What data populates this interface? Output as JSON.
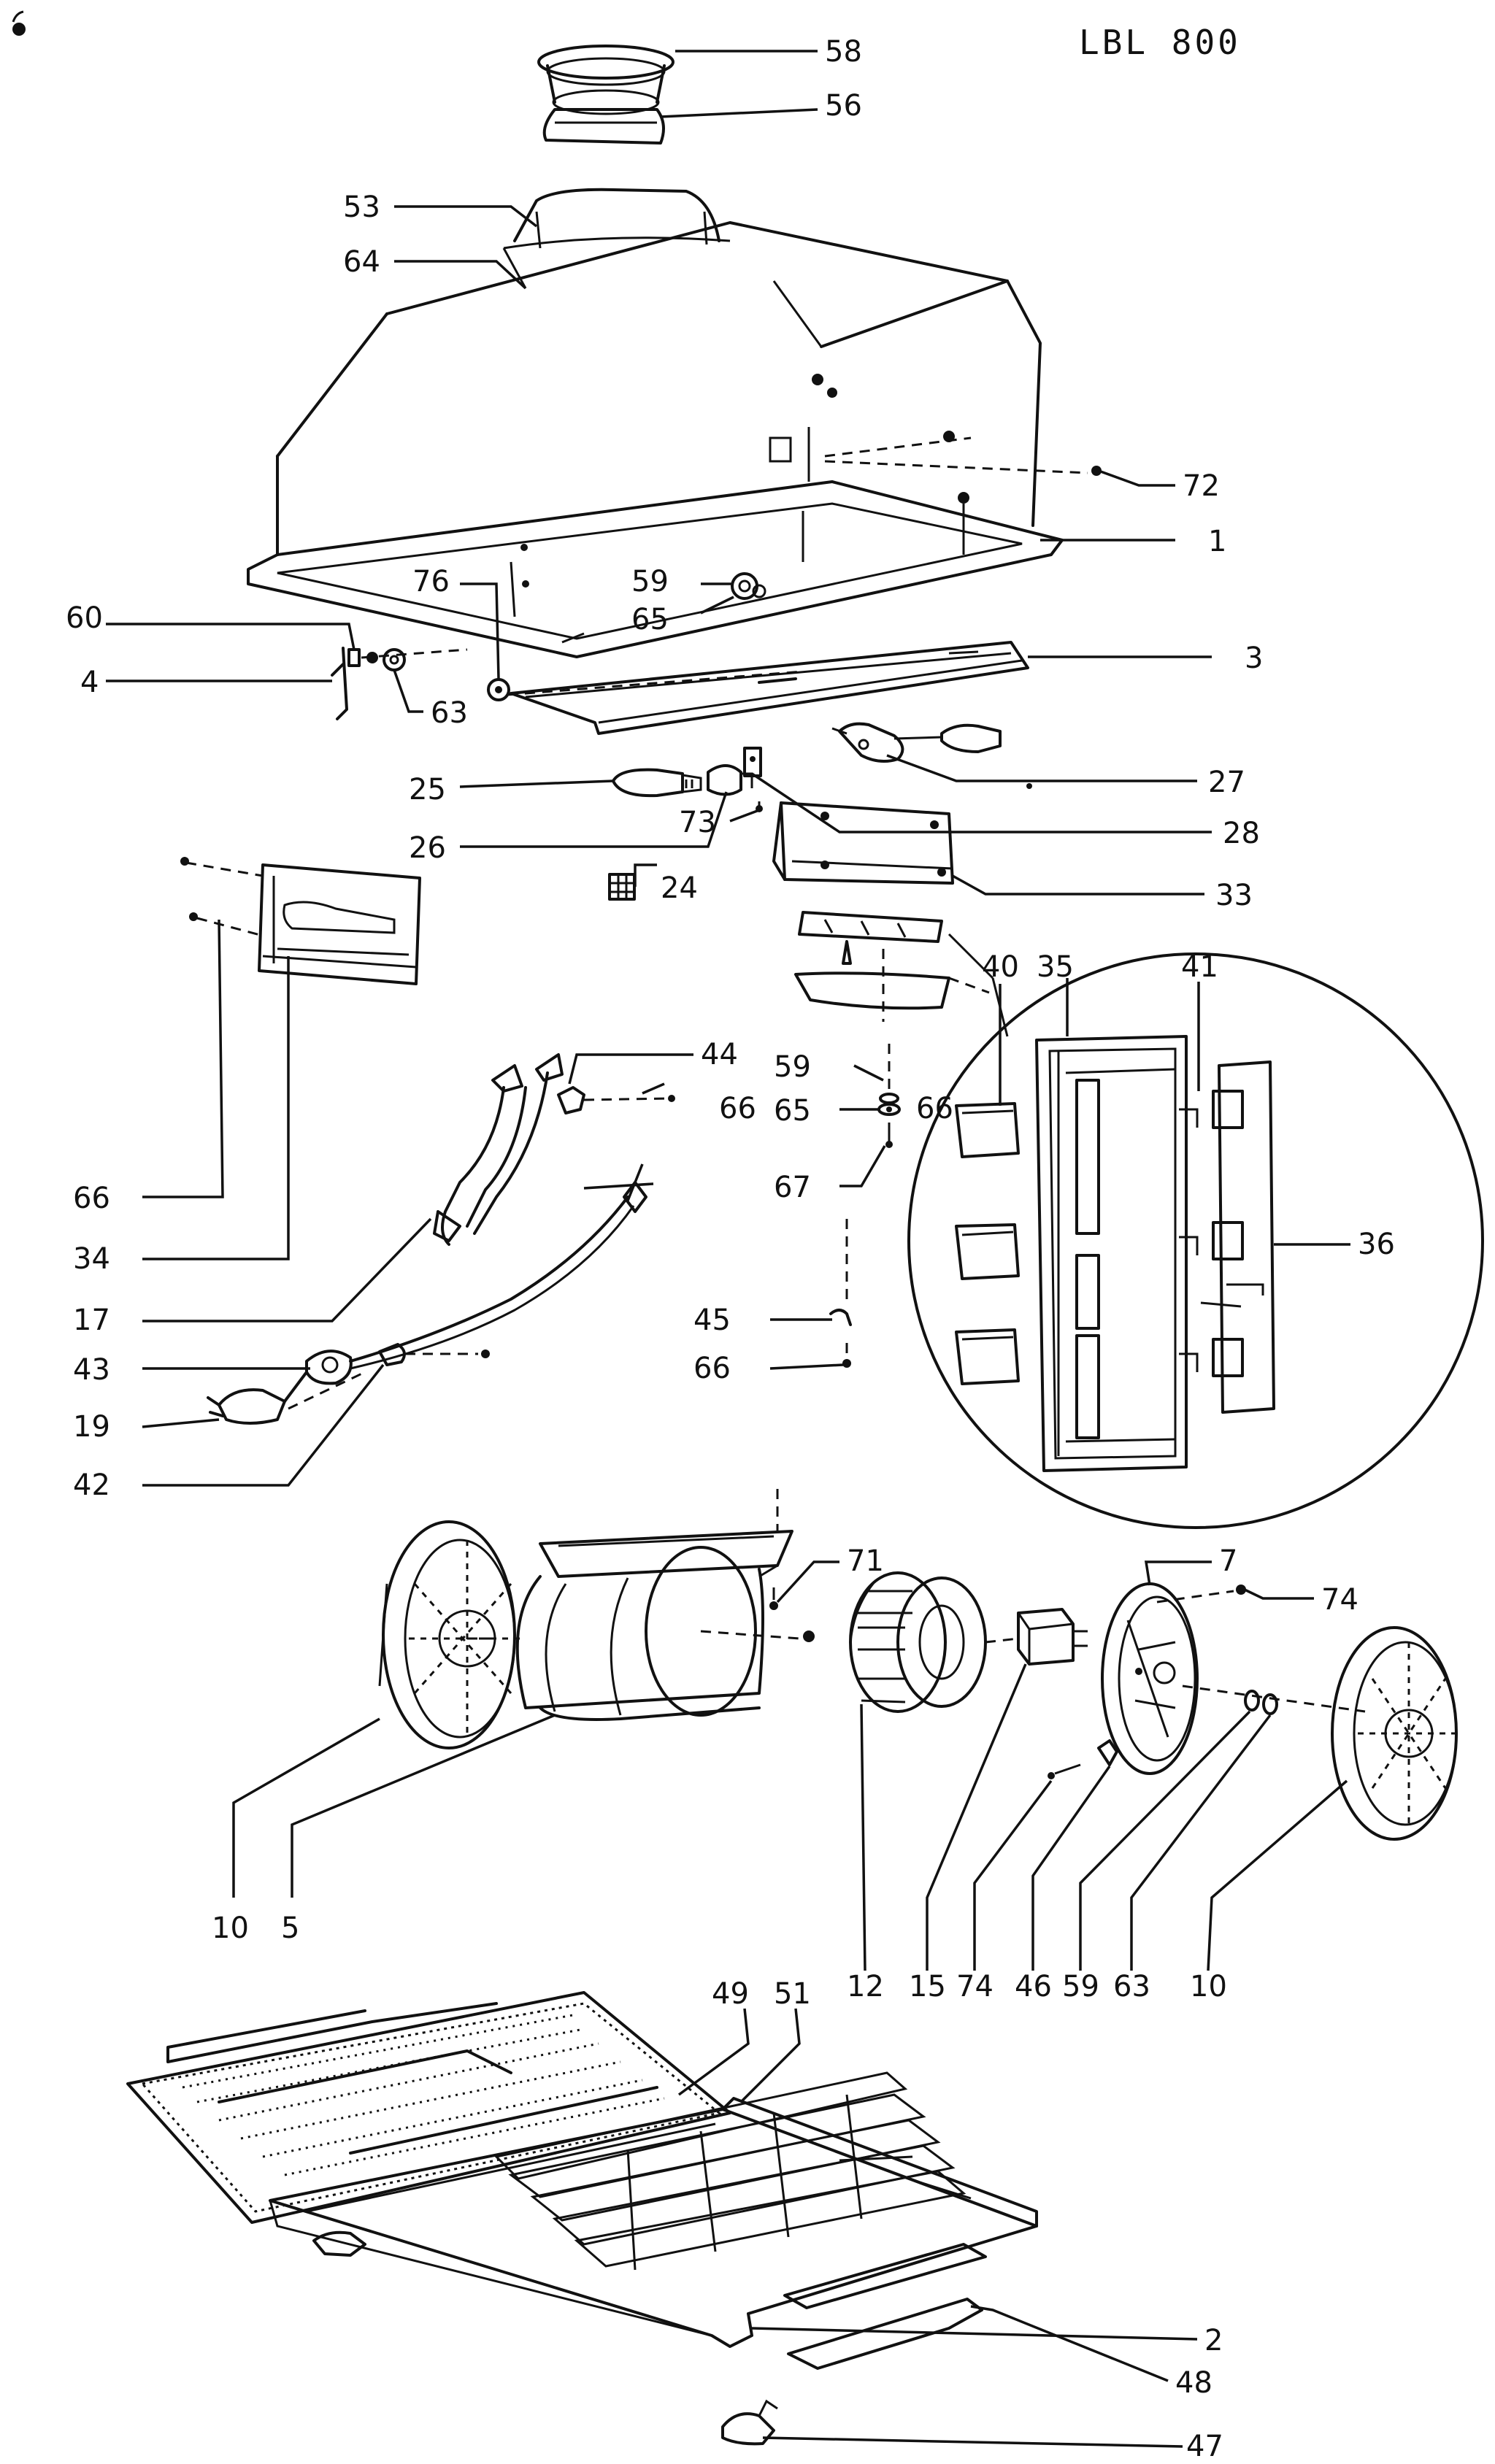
{
  "model": "LBL 800",
  "callouts": [
    {
      "id": "c58",
      "text": "58"
    },
    {
      "id": "c56",
      "text": "56"
    },
    {
      "id": "c53",
      "text": "53"
    },
    {
      "id": "c64",
      "text": "64"
    },
    {
      "id": "c72",
      "text": "72"
    },
    {
      "id": "c1",
      "text": "1"
    },
    {
      "id": "c76",
      "text": "76"
    },
    {
      "id": "c59a",
      "text": "59"
    },
    {
      "id": "c65a",
      "text": "65"
    },
    {
      "id": "c60",
      "text": "60"
    },
    {
      "id": "c3",
      "text": "3"
    },
    {
      "id": "c4",
      "text": "4"
    },
    {
      "id": "c63a",
      "text": "63"
    },
    {
      "id": "c25",
      "text": "25"
    },
    {
      "id": "c27",
      "text": "27"
    },
    {
      "id": "c26",
      "text": "26"
    },
    {
      "id": "c28",
      "text": "28"
    },
    {
      "id": "c73",
      "text": "73"
    },
    {
      "id": "c24",
      "text": "24"
    },
    {
      "id": "c33",
      "text": "33"
    },
    {
      "id": "c40",
      "text": "40"
    },
    {
      "id": "c35",
      "text": "35"
    },
    {
      "id": "c41",
      "text": "41"
    },
    {
      "id": "c44",
      "text": "44"
    },
    {
      "id": "c66a",
      "text": "66"
    },
    {
      "id": "c59b",
      "text": "59"
    },
    {
      "id": "c65b",
      "text": "65"
    },
    {
      "id": "c66b",
      "text": "66"
    },
    {
      "id": "c67",
      "text": "67"
    },
    {
      "id": "c34",
      "text": "34"
    },
    {
      "id": "c66c",
      "text": "66"
    },
    {
      "id": "c36",
      "text": "36"
    },
    {
      "id": "c17",
      "text": "17"
    },
    {
      "id": "c45",
      "text": "45"
    },
    {
      "id": "c43",
      "text": "43"
    },
    {
      "id": "c66d",
      "text": "66"
    },
    {
      "id": "c19",
      "text": "19"
    },
    {
      "id": "c42",
      "text": "42"
    },
    {
      "id": "c71",
      "text": "71"
    },
    {
      "id": "c7",
      "text": "7"
    },
    {
      "id": "c74a",
      "text": "74"
    },
    {
      "id": "c10a",
      "text": "10"
    },
    {
      "id": "c5",
      "text": "5"
    },
    {
      "id": "c12",
      "text": "12"
    },
    {
      "id": "c15",
      "text": "15"
    },
    {
      "id": "c74b",
      "text": "74"
    },
    {
      "id": "c46",
      "text": "46"
    },
    {
      "id": "c59c",
      "text": "59"
    },
    {
      "id": "c63b",
      "text": "63"
    },
    {
      "id": "c10b",
      "text": "10"
    },
    {
      "id": "c49",
      "text": "49"
    },
    {
      "id": "c51",
      "text": "51"
    },
    {
      "id": "c2",
      "text": "2"
    },
    {
      "id": "c48",
      "text": "48"
    },
    {
      "id": "c47",
      "text": "47"
    }
  ]
}
